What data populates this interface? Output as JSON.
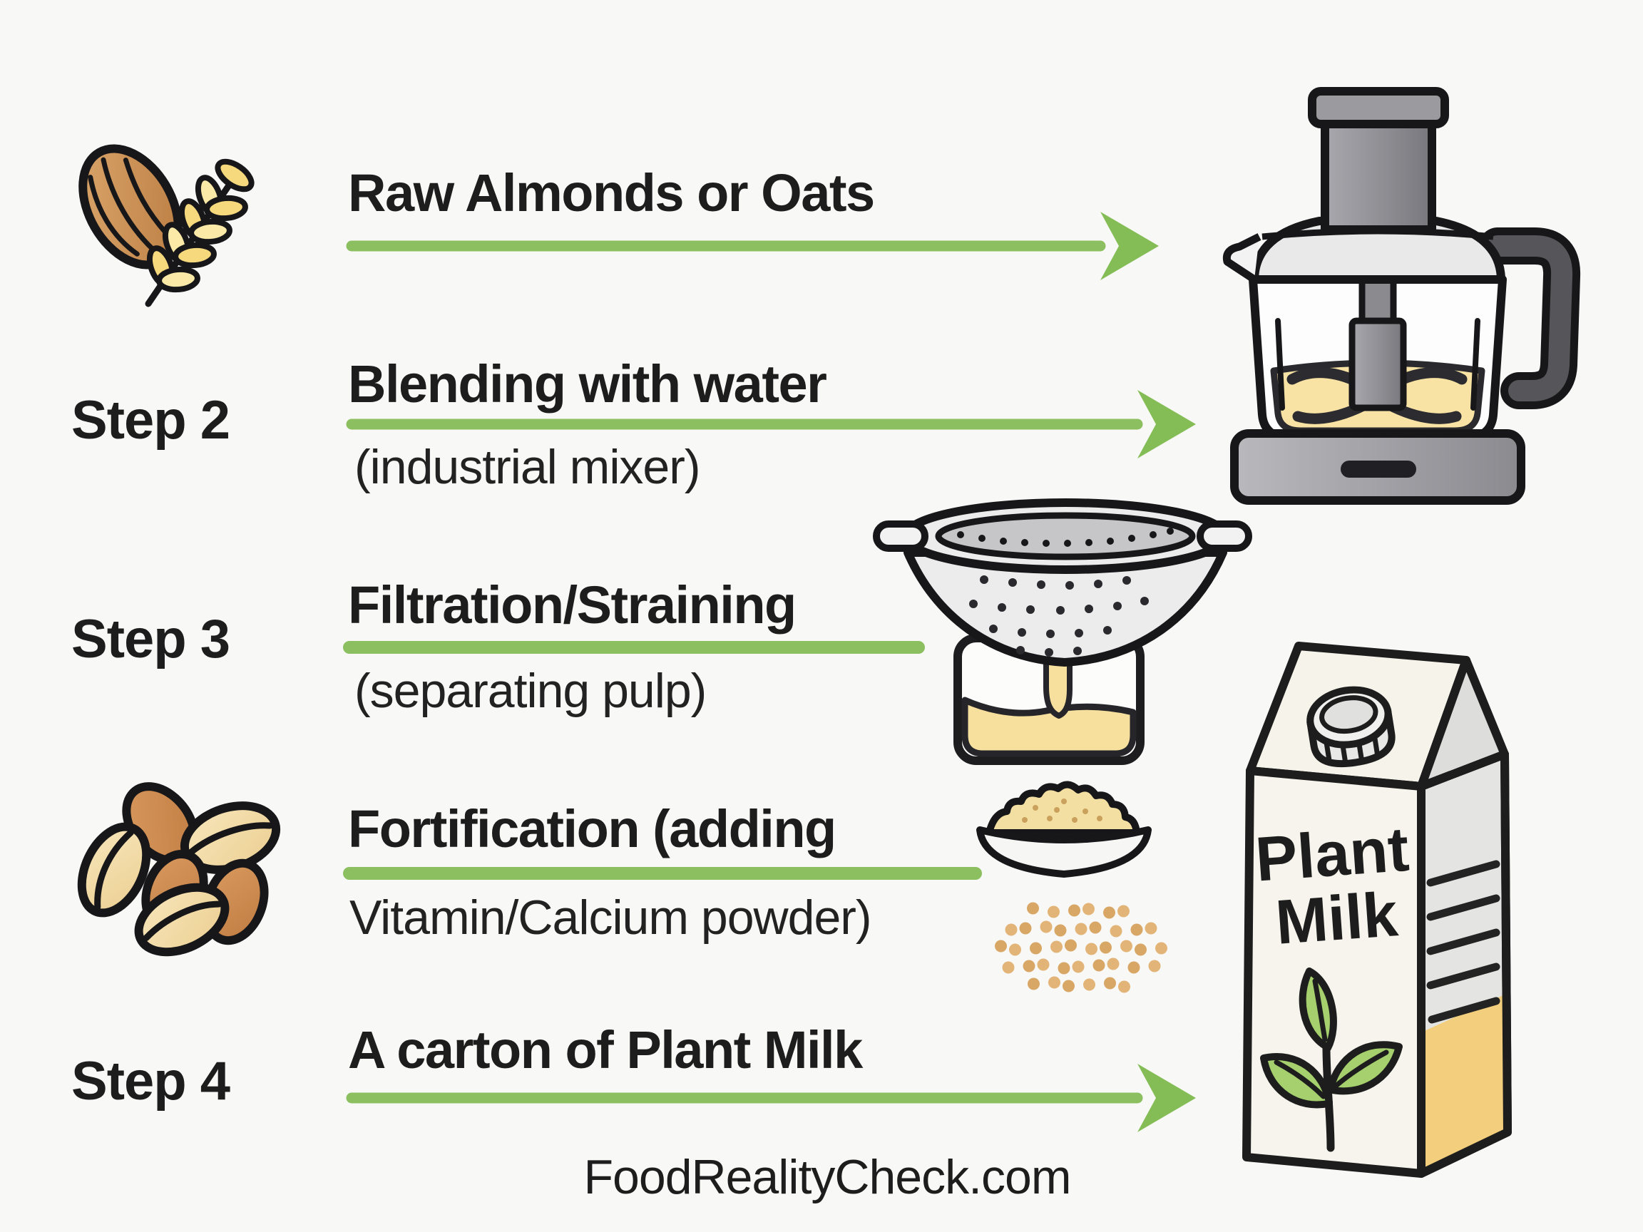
{
  "page": {
    "background": "#f8f8f6",
    "text_color": "#1d1d1d",
    "accent_green": "#8cbf5f",
    "footer": "FoodRealityCheck.com"
  },
  "rows": [
    {
      "label": "",
      "title": "Raw Almonds or Oats",
      "subtitle": "",
      "icon": "almond-and-oat",
      "connector": "arrow",
      "target_icon": "industrial-blender"
    },
    {
      "label": "Step 2",
      "title": "Blending with water",
      "subtitle": "(industrial mixer)",
      "icon": "",
      "connector": "arrow",
      "target_icon": "industrial-blender"
    },
    {
      "label": "Step 3",
      "title": "Filtration/Straining",
      "subtitle": "(separating pulp)",
      "icon": "",
      "connector": "line",
      "target_icon": "strainer-with-jar"
    },
    {
      "label": "",
      "title": "Fortification (adding",
      "subtitle": "Vitamin/Calcium powder)",
      "icon": "nuts-and-seeds",
      "connector": "line",
      "target_icon": "powder-bowl-and-granules"
    },
    {
      "label": "Step 4",
      "title": "A carton of Plant Milk",
      "subtitle": "",
      "icon": "",
      "connector": "arrow",
      "target_icon": "plant-milk-carton"
    }
  ],
  "carton": {
    "line1": "Plant",
    "line2": "Milk"
  }
}
